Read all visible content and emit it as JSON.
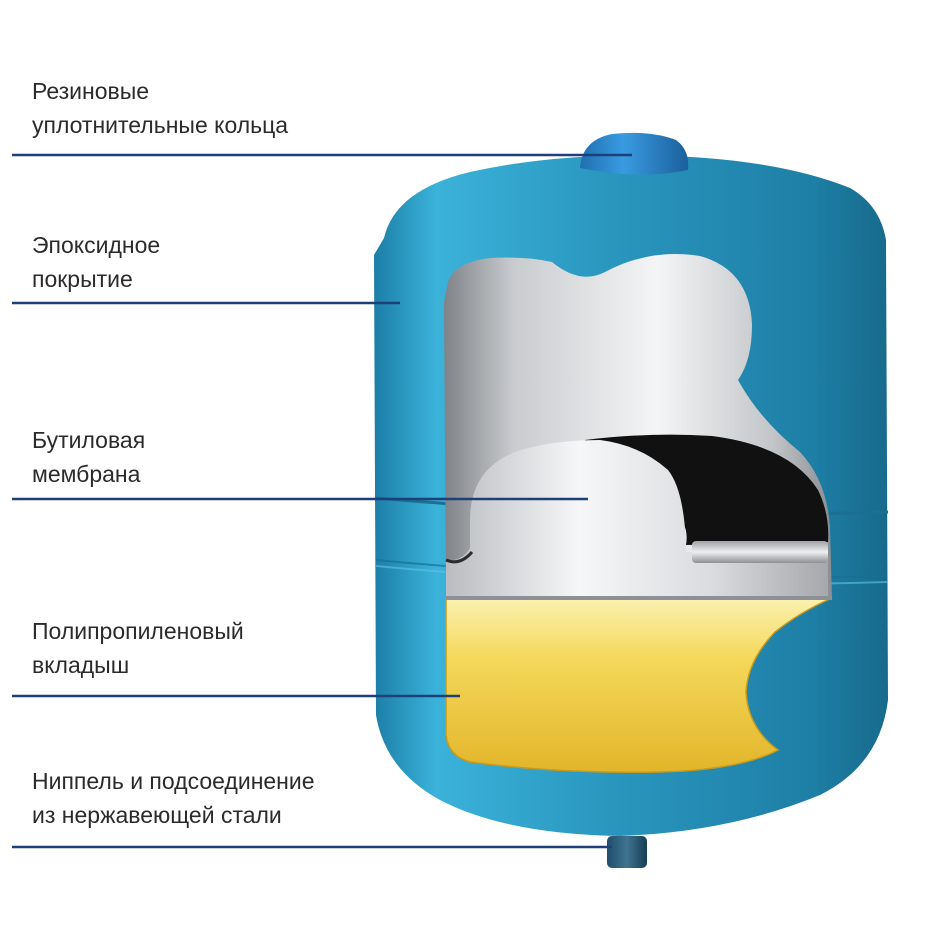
{
  "labels": [
    {
      "lines": [
        "Резиновые",
        "уплотнительные кольца"
      ]
    },
    {
      "lines": [
        "Эпоксидное",
        "покрытие"
      ]
    },
    {
      "lines": [
        "Бутиловая",
        "мембрана"
      ]
    },
    {
      "lines": [
        "Полипропиленовый",
        "вкладыш"
      ]
    },
    {
      "lines": [
        "Ниппель и подсоединение",
        "из нержавеющей стали"
      ]
    }
  ],
  "colors": {
    "tank_body": "#2a97bf",
    "tank_cap": "#2d86c8",
    "leader_line": "#1f3f78",
    "label_text": "#2b2b2b",
    "membrane_light": "#e6e8ea",
    "membrane_dark": "#111111",
    "liner_yellow": "#f2d24a"
  }
}
